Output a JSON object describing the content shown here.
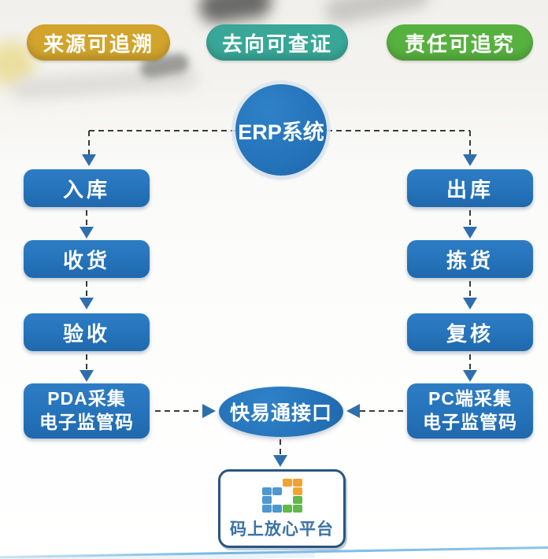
{
  "badges": [
    {
      "label": "来源可追溯",
      "color": "#D2A42C"
    },
    {
      "label": "去向可查证",
      "color": "#38A797"
    },
    {
      "label": "责任可追究",
      "color": "#57B13F"
    }
  ],
  "erp": {
    "label": "ERP系统"
  },
  "left_column": {
    "steps": [
      "入库",
      "收货",
      "验收"
    ],
    "capture": {
      "line1": "PDA采集",
      "line2": "电子监管码"
    }
  },
  "right_column": {
    "steps": [
      "出库",
      "拣货",
      "复核"
    ],
    "capture": {
      "line1": "PC端采集",
      "line2": "电子监管码"
    }
  },
  "interface_node": {
    "label": "快易通接口"
  },
  "platform": {
    "label": "码上放心平台"
  },
  "colors": {
    "box_blue": "#2573BA",
    "arrow_blue": "#2E6EAD",
    "dash_dark": "#3B3B3B",
    "badge_gold": "#D2A42C",
    "badge_teal": "#38A797",
    "badge_green": "#57B13F",
    "platform_border": "#2A5580",
    "platform_text": "#3A72A6",
    "logo_orange": "#F0A42F",
    "logo_blue": "#4E97D1",
    "logo_green": "#62B84A"
  }
}
